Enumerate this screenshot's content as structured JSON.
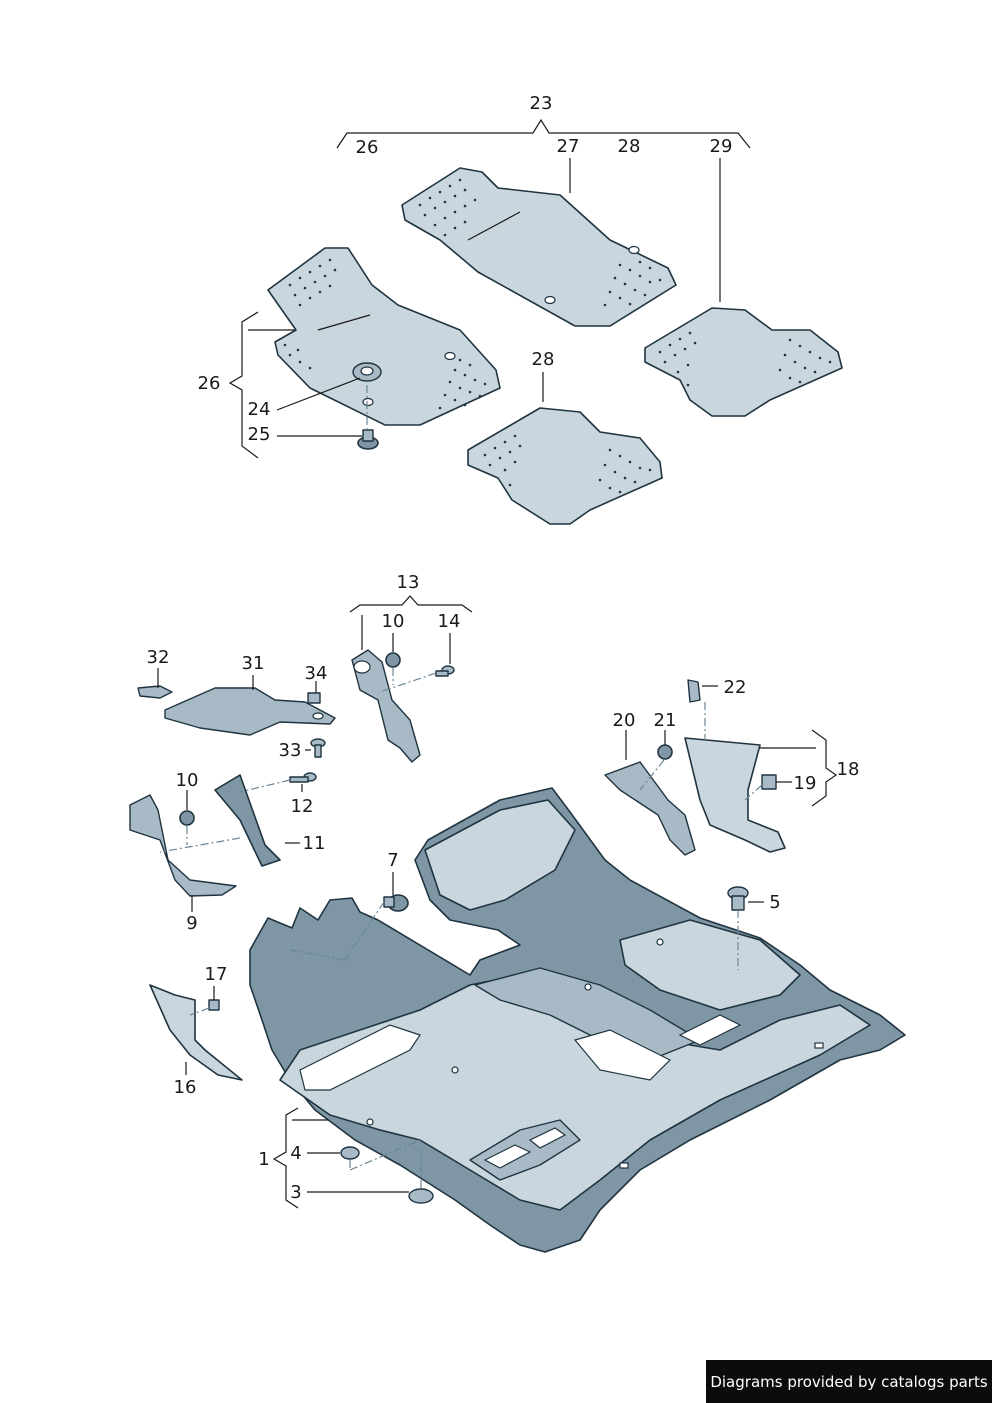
{
  "credit": "Diagrams provided by catalogs parts",
  "callouts": {
    "c1": "1",
    "c3": "3",
    "c4": "4",
    "c5": "5",
    "c7": "7",
    "c9": "9",
    "c10a": "10",
    "c10b": "10",
    "c11": "11",
    "c12": "12",
    "c13": "13",
    "c14": "14",
    "c16": "16",
    "c17": "17",
    "c18": "18",
    "c19": "19",
    "c20": "20",
    "c21": "21",
    "c22": "22",
    "c23": "23",
    "c24": "24",
    "c25": "25",
    "c26a": "26",
    "c26b": "26",
    "c27": "27",
    "c28a": "28",
    "c28b": "28",
    "c29": "29",
    "c31": "31",
    "c32": "32",
    "c33": "33",
    "c34": "34"
  },
  "colors": {
    "part_fill": "#c9d6de",
    "part_dark": "#7f96a4",
    "outline": "#1f3440"
  }
}
